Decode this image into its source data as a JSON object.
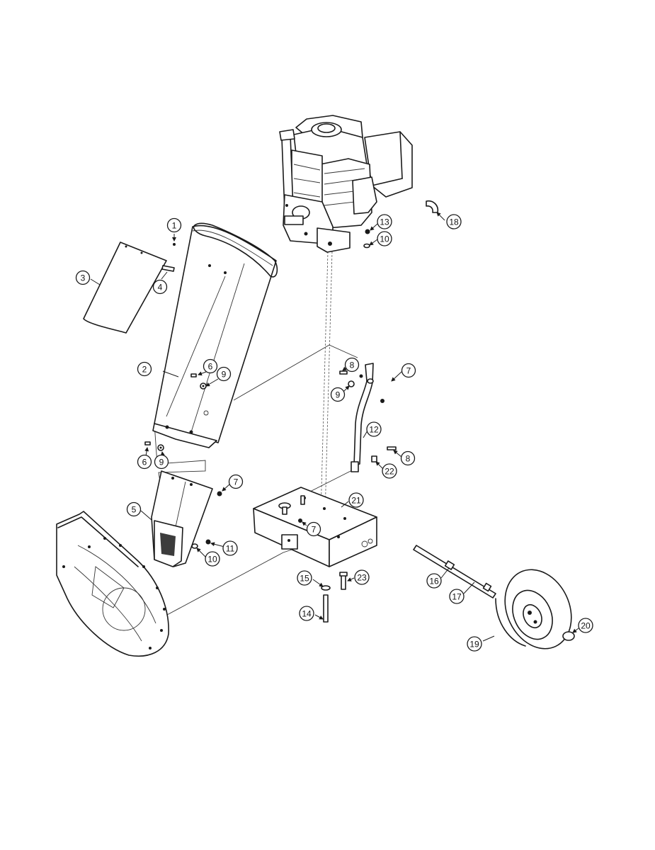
{
  "callouts": [
    "1",
    "2",
    "3",
    "4",
    "5",
    "6",
    "7",
    "8",
    "9",
    "10",
    "11",
    "12",
    "13",
    "14",
    "15",
    "16",
    "17",
    "18",
    "19",
    "20",
    "21",
    "22",
    "23"
  ]
}
